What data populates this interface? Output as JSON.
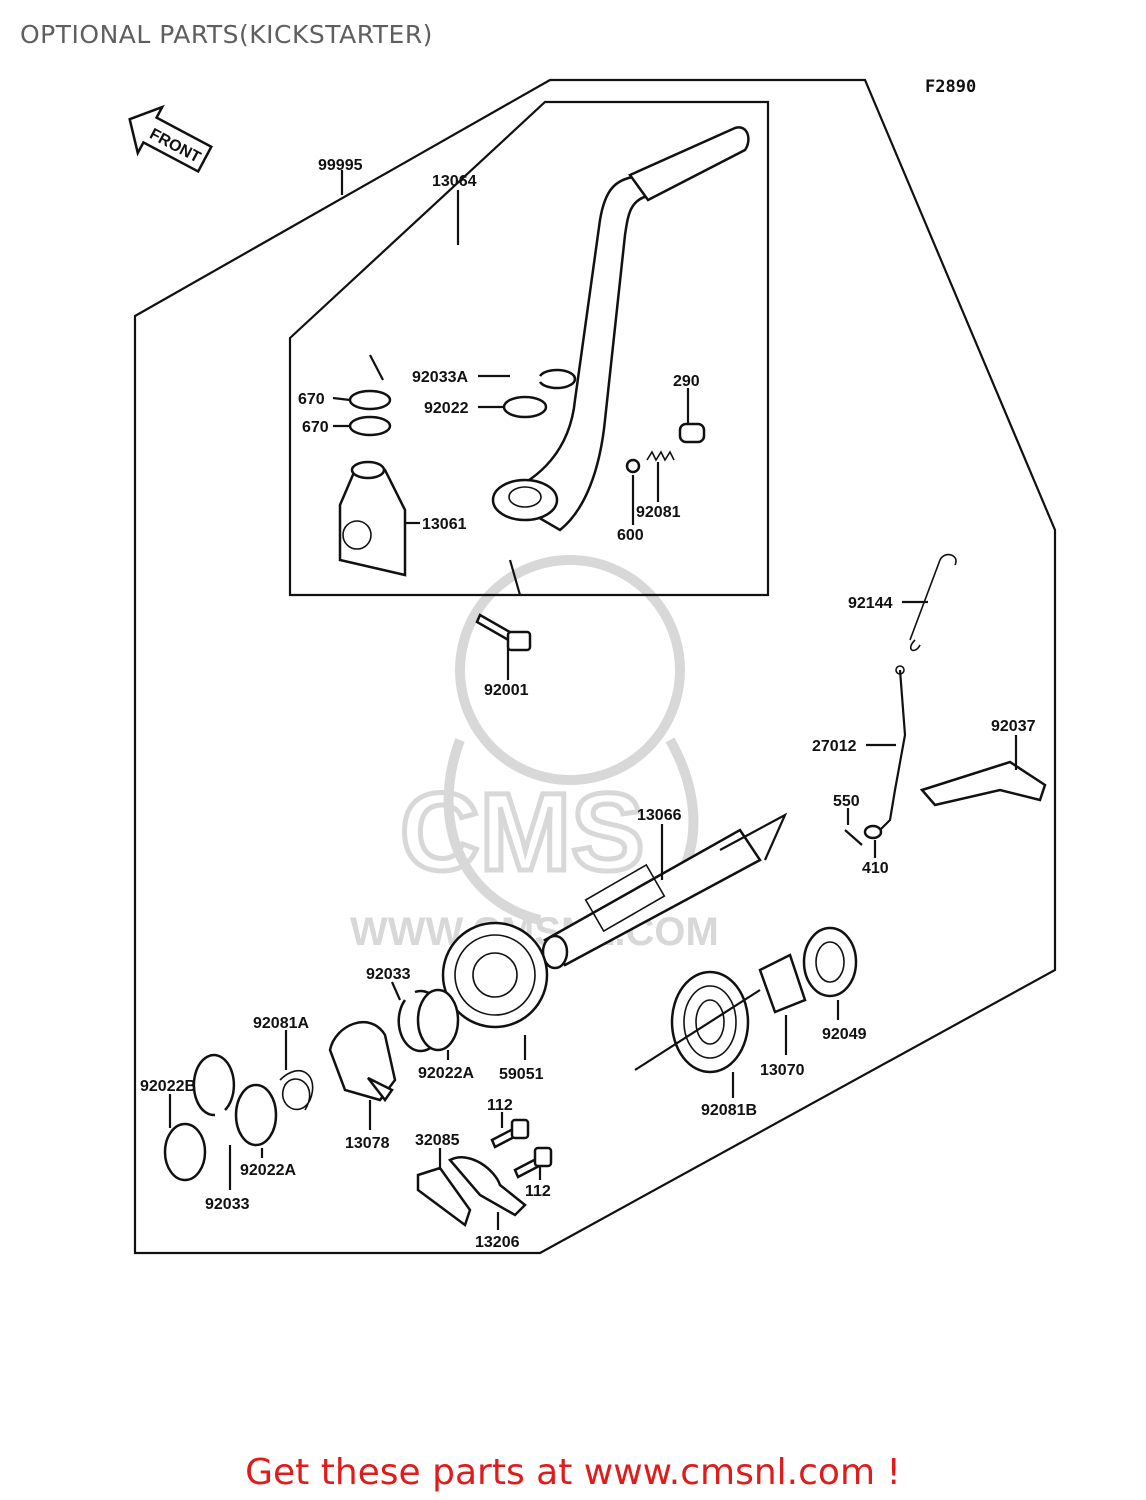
{
  "title": "OPTIONAL PARTS(KICKSTARTER)",
  "figure_code": "F2890",
  "front_label": "FRONT",
  "watermark_text": "WWW.CMSNL.COM",
  "footer_text": "Get these parts at www.cmsnl.com !",
  "colors": {
    "footer": "#e01b1b",
    "title": "#5f5f5f",
    "line": "#111111",
    "watermark": "#d8d8d8"
  },
  "labels": {
    "l99995": "99995",
    "l13064": "13064",
    "l670a": "670",
    "l670b": "670",
    "l92033A": "92033A",
    "l92022": "92022",
    "l290": "290",
    "l13061": "13061",
    "l92081": "92081",
    "l600": "600",
    "l92144": "92144",
    "l92001": "92001",
    "l92037": "92037",
    "l27012": "27012",
    "l550": "550",
    "l410": "410",
    "l13066": "13066",
    "l92033top": "92033",
    "l92081A": "92081A",
    "l92022A1": "92022A",
    "l59051": "59051",
    "l92049": "92049",
    "l13070": "13070",
    "l92022B": "92022B",
    "l92081B": "92081B",
    "l112a": "112",
    "l112b": "112",
    "l13078": "13078",
    "l32085": "32085",
    "l92022A2": "92022A",
    "l92033bot": "92033",
    "l13206": "13206"
  }
}
